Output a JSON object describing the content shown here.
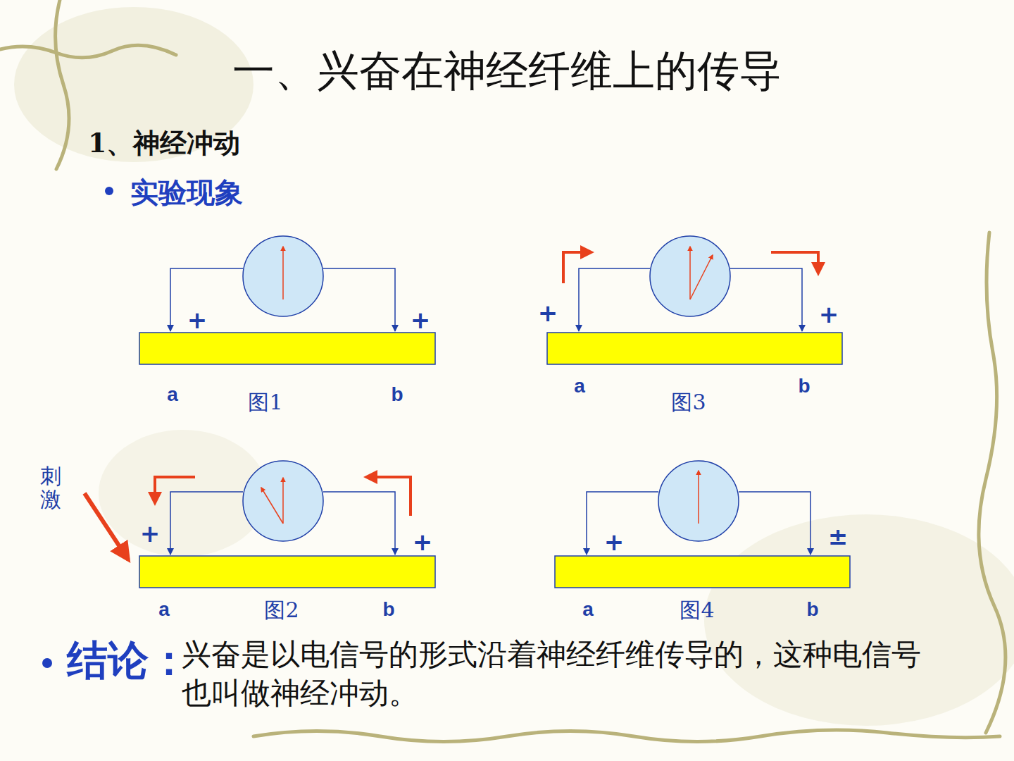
{
  "diagram": {
    "title": "一、兴奋在神经纤维上的传导",
    "labels": [
      "1、神经冲动",
      "实验现象",
      "+",
      "+",
      "a",
      "图1",
      "b",
      "+",
      "+",
      "a",
      "图3",
      "b",
      "刺激",
      "+",
      "+",
      "a",
      "图2",
      "b",
      "+",
      "±",
      "a",
      "图4",
      "b",
      "结论：",
      "兴奋是以电信号的形式沿着神经纤维传导的，这种电信号也叫做神经冲动。"
    ]
  }
}
